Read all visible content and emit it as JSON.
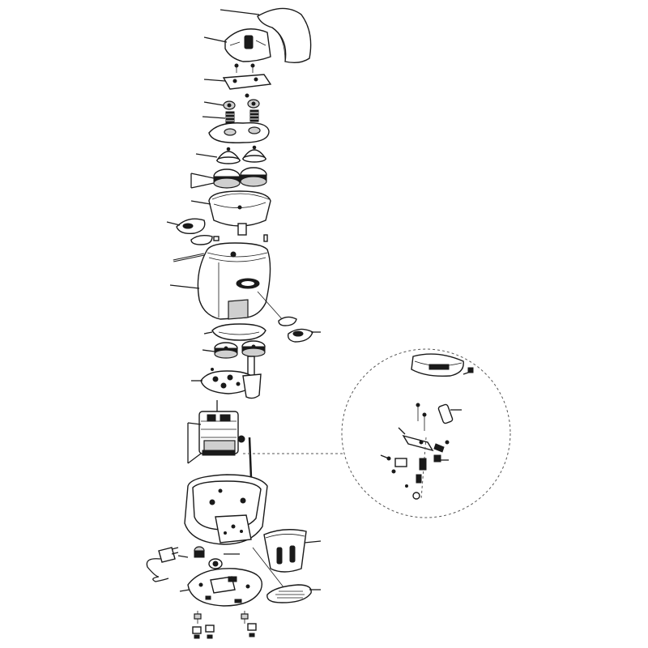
{
  "diagram": {
    "kind": "exploded-parts-view",
    "line_color": "#1a1a1a",
    "fill_color": "#ffffff",
    "shade_color": "#cfcfcf",
    "parts": [
      {
        "id": "spout-cover"
      },
      {
        "id": "top-lid"
      },
      {
        "id": "lid-plate"
      },
      {
        "id": "grinding-nuts"
      },
      {
        "id": "springs"
      },
      {
        "id": "gasket-plate"
      },
      {
        "id": "reamer-cones"
      },
      {
        "id": "reamers"
      },
      {
        "id": "strainer-bowl"
      },
      {
        "id": "side-latch-left"
      },
      {
        "id": "pin-rod"
      },
      {
        "id": "juice-housing"
      },
      {
        "id": "side-latch-right"
      },
      {
        "id": "belt-gasket"
      },
      {
        "id": "drive-gears"
      },
      {
        "id": "gear-plate"
      },
      {
        "id": "motor"
      },
      {
        "id": "base-housing"
      },
      {
        "id": "pulp-container"
      },
      {
        "id": "drip-tray"
      },
      {
        "id": "power-cord"
      },
      {
        "id": "switch-knob"
      },
      {
        "id": "bottom-plate"
      },
      {
        "id": "feet-screws"
      },
      {
        "id": "detail-circle"
      }
    ]
  }
}
